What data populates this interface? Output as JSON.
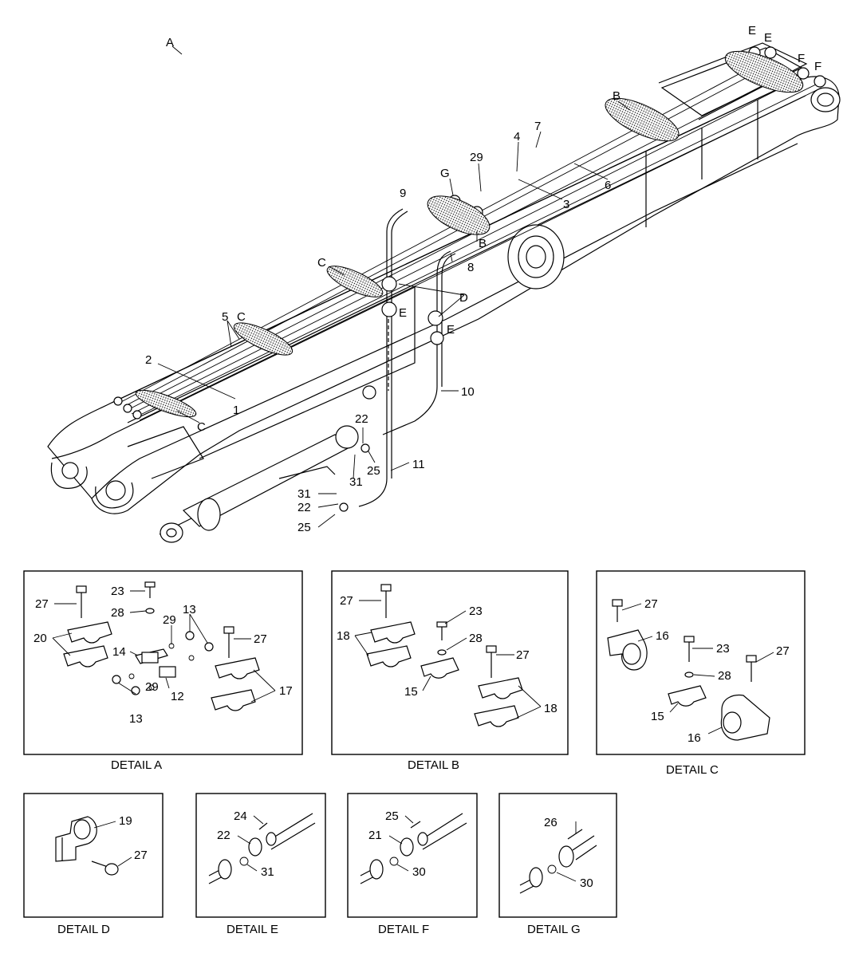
{
  "main_callouts": [
    {
      "label": "A"
    },
    {
      "label": "E"
    },
    {
      "label": "E"
    },
    {
      "label": "F"
    },
    {
      "label": "F"
    },
    {
      "label": "B"
    },
    {
      "label": "7"
    },
    {
      "label": "4"
    },
    {
      "label": "29"
    },
    {
      "label": "6"
    },
    {
      "label": "G"
    },
    {
      "label": "3"
    },
    {
      "label": "9"
    },
    {
      "label": "B"
    },
    {
      "label": "8"
    },
    {
      "label": "C"
    },
    {
      "label": "D"
    },
    {
      "label": "E"
    },
    {
      "label": "E"
    },
    {
      "label": "5"
    },
    {
      "label": "C"
    },
    {
      "label": "2"
    },
    {
      "label": "1"
    },
    {
      "label": "C"
    },
    {
      "label": "10"
    },
    {
      "label": "22"
    },
    {
      "label": "25"
    },
    {
      "label": "31"
    },
    {
      "label": "11"
    },
    {
      "label": "31"
    },
    {
      "label": "22"
    },
    {
      "label": "25"
    }
  ],
  "details": [
    {
      "id": "A",
      "caption": "DETAIL A",
      "labels": [
        "27",
        "23",
        "28",
        "20",
        "14",
        "29",
        "13",
        "27",
        "12",
        "17",
        "13",
        "29"
      ]
    },
    {
      "id": "B",
      "caption": "DETAIL B",
      "labels": [
        "27",
        "18",
        "23",
        "28",
        "27",
        "15",
        "18"
      ]
    },
    {
      "id": "C",
      "caption": "DETAIL C",
      "labels": [
        "27",
        "16",
        "23",
        "27",
        "28",
        "15",
        "16"
      ]
    },
    {
      "id": "D",
      "caption": "DETAIL D",
      "labels": [
        "19",
        "27"
      ]
    },
    {
      "id": "E",
      "caption": "DETAIL E",
      "labels": [
        "24",
        "22",
        "31"
      ]
    },
    {
      "id": "F",
      "caption": "DETAIL F",
      "labels": [
        "25",
        "21",
        "30"
      ]
    },
    {
      "id": "G",
      "caption": "DETAIL G",
      "labels": [
        "26",
        "30"
      ]
    }
  ]
}
